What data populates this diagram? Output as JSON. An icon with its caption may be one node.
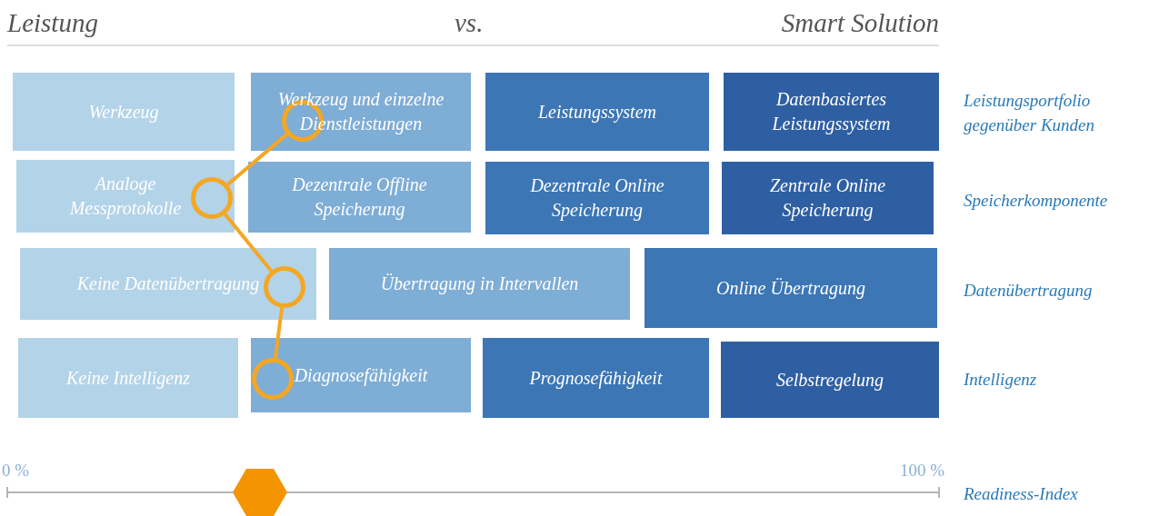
{
  "diagram": {
    "nodes": [
      {
        "text": [
          "Werkzeug"
        ]
      },
      {
        "text": [
          "Werkzeug und einzelne Dienstleistungen"
        ]
      },
      {
        "text": [
          "Leistungssystem"
        ]
      },
      {
        "text": [
          "Datenbasiertes Leistungssystem"
        ]
      },
      {
        "text": [
          "Analoge Messprotokolle"
        ]
      },
      {
        "text": [
          "Dezentrale Offline Speicherung"
        ]
      },
      {
        "text": [
          "Dezentrale Online Speicherung"
        ]
      },
      {
        "text": [
          "Zentrale Online Speicherung"
        ]
      },
      {
        "text": [
          "Keine Datenübertragung"
        ]
      },
      {
        "text": [
          "Übertragung in Intervallen"
        ]
      },
      {
        "text": [
          "Online Übertragung"
        ]
      },
      {
        "text": [
          "Keine Intelligenz"
        ]
      },
      {
        "text": [
          "Diagnosefähigkeit"
        ]
      },
      {
        "text": [
          "Prognosefähigkeit"
        ]
      },
      {
        "text": [
          "Selbstregelung"
        ]
      },
      {
        "text": [],
        "shape": "circle",
        "in": 1
      },
      {
        "text": [],
        "shape": "circle",
        "in": 4
      },
      {
        "text": [],
        "shape": "circle",
        "in": 8
      },
      {
        "text": [],
        "shape": "circle",
        "in": 12
      }
    ],
    "edges": [
      {
        "from": 15,
        "to": 16,
        "arrow": "none"
      },
      {
        "from": 16,
        "to": 17,
        "arrow": "none"
      },
      {
        "from": 17,
        "to": 18,
        "arrow": "none"
      }
    ],
    "labels": [
      "Leistung",
      "vs.",
      "Smart Solution",
      "Leistungsportfolio gegenüber Kunden",
      "Speicherkomponente",
      "Datenübertragung",
      "Intelligenz",
      "0 %",
      "100 %",
      "Readiness-Index"
    ]
  }
}
